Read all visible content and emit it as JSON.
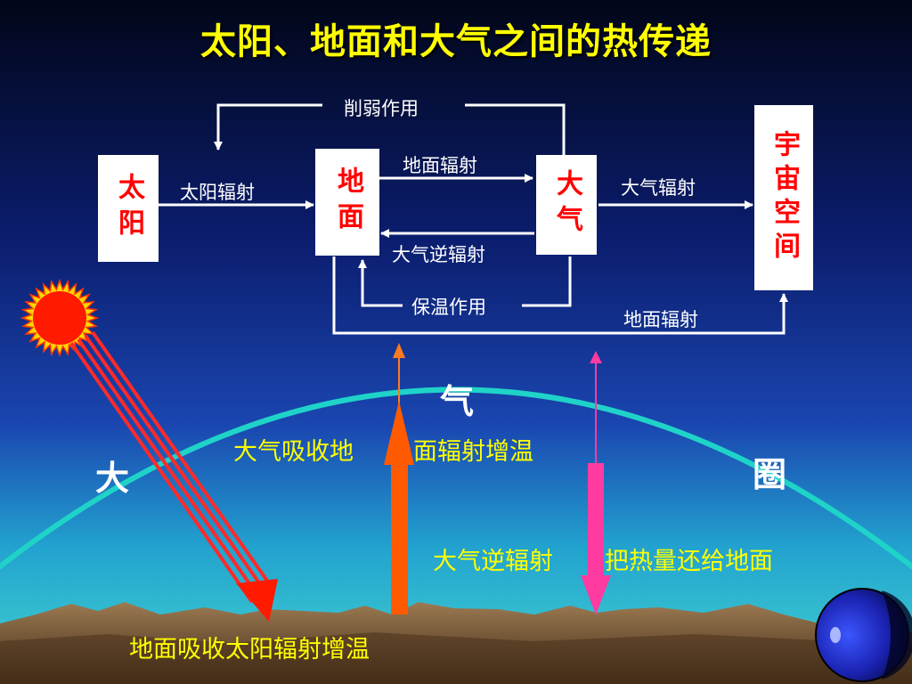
{
  "title": "太阳、地面和大气之间的热传递",
  "boxes": {
    "sun": "太阳",
    "ground": "地面",
    "atmosphere": "大气",
    "space": "宇宙空间"
  },
  "flow_labels": {
    "weakening": "削弱作用",
    "solar_radiation": "太阳辐射",
    "ground_radiation_to_atm": "地面辐射",
    "atm_radiation_to_space": "大气辐射",
    "atm_counter_radiation": "大气逆辐射",
    "insulation": "保温作用",
    "ground_radiation_to_space": "地面辐射"
  },
  "scene_labels": {
    "atm_absorb_part1": "大气吸收地",
    "atm_absorb_part2": "面辐射增温",
    "counter_radiation_part1": "大气逆辐射",
    "counter_radiation_part2": "把热量还给地面",
    "ground_absorb": "地面吸收太阳辐射增温"
  },
  "atmosphere_word": {
    "char1": "大",
    "char2": "气",
    "char3": "圈"
  },
  "colors": {
    "text_yellow": "#ffff00",
    "box_text_red": "#ff0000",
    "arc_cyan": "#1fd3c8",
    "up_arrow_orange": "#ff5a00",
    "down_arrow_pink": "#ff3aa0",
    "sun_red": "#ff1a00"
  },
  "icons": [
    "sun-icon",
    "earth-globe-icon"
  ]
}
